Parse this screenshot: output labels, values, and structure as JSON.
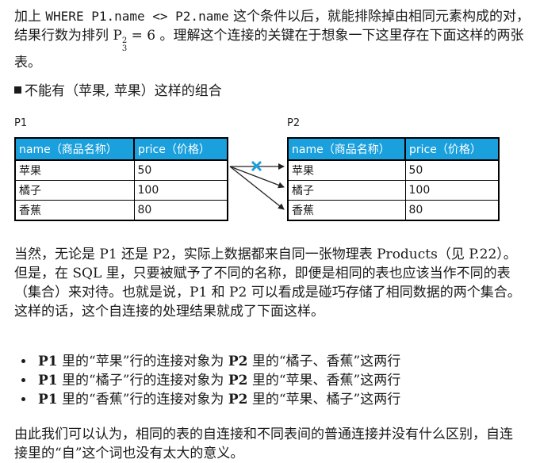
{
  "intro": {
    "text_a": "加上 ",
    "code1": "WHERE P1.name <> P2.name",
    "text_b": " 这个条件以后，就能排除掉由相同元素构成的对，结果行数为排列 ",
    "perm_P": "P",
    "perm_sup": "2",
    "perm_sub": "3",
    "perm_eq": " = 6",
    "text_c": " 。理解这个连接的关键在于想象一下这里存在下面这样的两张表。"
  },
  "heading": "不能有（苹果, 苹果）这样的组合",
  "table_p1": {
    "label": "P1",
    "headers": [
      "name（商品名称）",
      "price（价格）"
    ],
    "rows": [
      [
        "苹果",
        "50"
      ],
      [
        "橘子",
        "100"
      ],
      [
        "香蕉",
        "80"
      ]
    ]
  },
  "table_p2": {
    "label": "P2",
    "headers": [
      "name（商品名称）",
      "price（价格）"
    ],
    "rows": [
      [
        "苹果",
        "50"
      ],
      [
        "橘子",
        "100"
      ],
      [
        "香蕉",
        "80"
      ]
    ]
  },
  "colors": {
    "header_bg": "#1aa0dd",
    "cross": "#1aa0dd"
  },
  "para2": "当然，无论是 P1 还是 P2，实际上数据都来自同一张物理表 Products（见 P.22）。但是，在 SQL 里，只要被赋予了不同的名称，即便是相同的表也应该当作不同的表（集合）来对待。也就是说，P1 和 P2 可以看成是碰巧存储了相同数据的两个集合。这样的话，这个自连接的处理结果就成了下面这样。",
  "bullets": [
    {
      "p1": "P1",
      "mid1": " 里的“苹果”行的连接对象为 ",
      "p2": "P2",
      "mid2": " 里的“橘子、香蕉”这两行"
    },
    {
      "p1": "P1",
      "mid1": " 里的“橘子”行的连接对象为 ",
      "p2": "P2",
      "mid2": " 里的“苹果、香蕉”这两行"
    },
    {
      "p1": "P1",
      "mid1": " 里的“香蕉”行的连接对象为 ",
      "p2": "P2",
      "mid2": " 里的“苹果、橘子”这两行"
    }
  ],
  "para3": "由此我们可以认为，相同的表的自连接和不同表间的普通连接并没有什么区别，自连接里的“自”这个词也没有太大的意义。"
}
